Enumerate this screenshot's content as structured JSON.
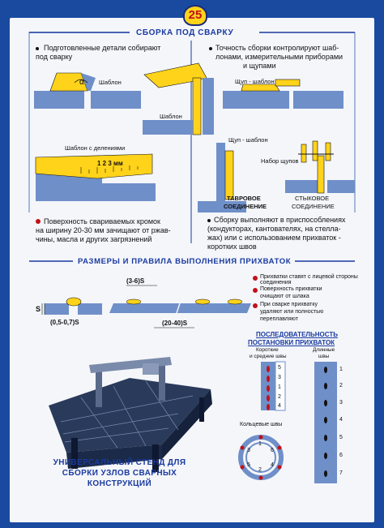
{
  "page_number": "25",
  "sections": {
    "assembly_title": "СБОРКА ПОД СВАРКУ",
    "sizes_title": "РАЗМЕРЫ И ПРАВИЛА ВЫПОЛНЕНИЯ ПРИХВАТОК",
    "sequence_title_1": "ПОСЛЕДОВАТЕЛЬНОСТЬ",
    "sequence_title_2": "ПОСТАНОВКИ ПРИХВАТОК"
  },
  "bullets": {
    "prepared_parts": [
      "Подготовленные детали собирают",
      "под сварку"
    ],
    "accuracy": [
      "Точность сборки контролируют шаб-",
      "лонами, измерительными приборами",
      "и щупами"
    ],
    "surface": [
      "Поверхность свариваемых кромок",
      "на ширину 20-30 мм зачищают от ржав-",
      "чины, масла и других загрязнений"
    ],
    "fixtures": [
      "Сборку выполняют в приспособлениях",
      "(кондукторах, кантователях, на стелла-",
      "жах) или с использованием прихваток -",
      "коротких швов"
    ]
  },
  "labels": {
    "template1": "Шаблон",
    "template2": "Шаблон",
    "probe_template1": "Щуп - шаблон",
    "template_divisions": "Шаблон с делениями",
    "probe_template2": "Щуп - шаблон",
    "probe_set": "Набор щупов",
    "t_joint_1": "ТАВРОВОЕ",
    "t_joint_2": "СОЕДИНЕНИЕ",
    "butt_joint_1": "СТЫКОВОЕ",
    "butt_joint_2": "СОЕДИНЕНИЕ",
    "alpha": "α",
    "scale": "1  2  3 мм",
    "dim_36s": "(3-6)S",
    "dim_s": "S",
    "dim_057s": "(0,5-0,7)S",
    "dim_2040s": "(20-40)S",
    "short_mid_1": "Короткие",
    "short_mid_2": "и средние швы",
    "long_1": "Длинные",
    "long_2": "швы",
    "ring": "Кольцевые швы"
  },
  "tack_rules": [
    [
      "Прихватки ставят с лицевой стороны соединения"
    ],
    [
      "Поверхность прихватки",
      "очищают от шлака"
    ],
    [
      "При сварке прихватку",
      "удаляют или полностью",
      "переплавляют"
    ]
  ],
  "sequence_short": [
    "5",
    "3",
    "1",
    "2",
    "4"
  ],
  "sequence_long": [
    "1",
    "2",
    "3",
    "4",
    "5",
    "6",
    "7"
  ],
  "ring_numbers": [
    "1",
    "2",
    "3",
    "4",
    "5",
    "6"
  ],
  "stand_title": [
    "УНИВЕРСАЛЬНЫЙ СТЕНД ДЛЯ",
    "СБОРКИ УЗЛОВ СВАРНЫХ",
    "КОНСТРУКЦИЙ"
  ],
  "colors": {
    "frame": "#1a4aa0",
    "plate": "#6f8fc9",
    "template": "#ffd31a",
    "accent": "#c1101a"
  }
}
